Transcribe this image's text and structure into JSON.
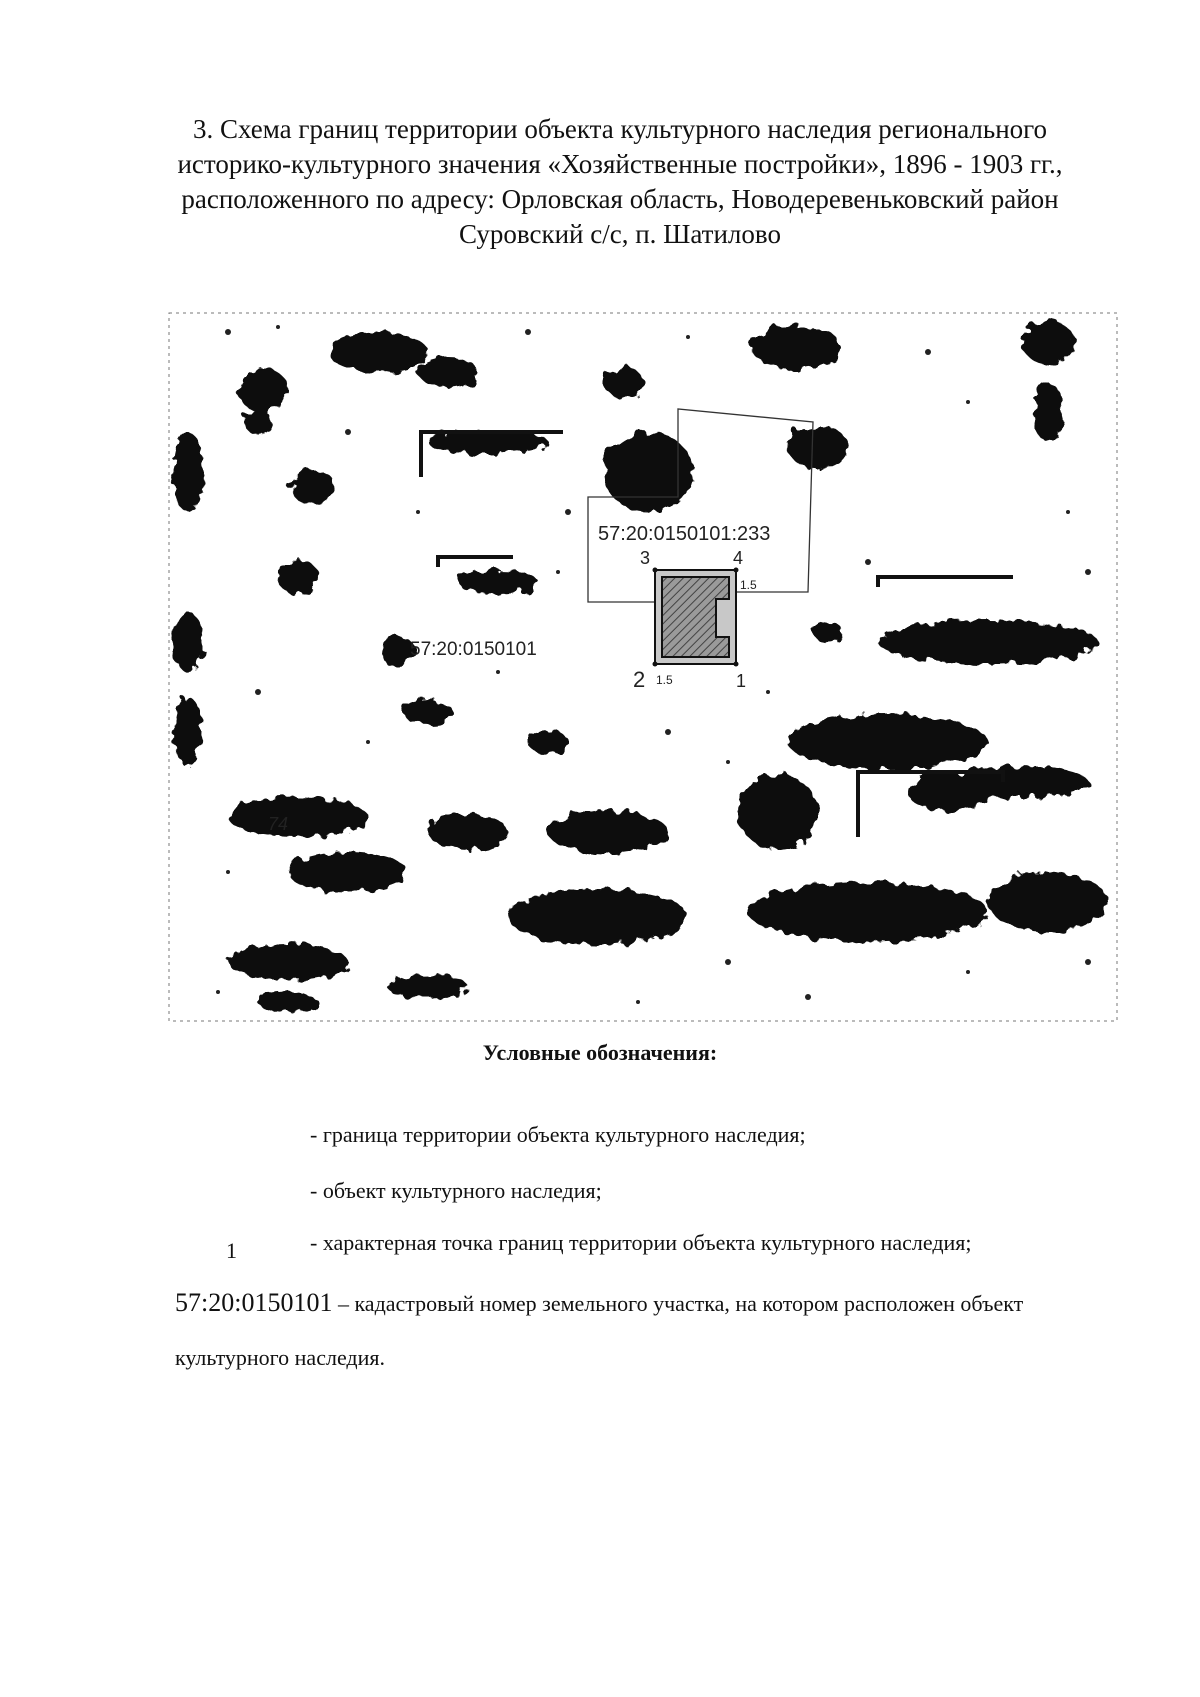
{
  "document": {
    "title_lines": [
      "3. Схема границ территории объекта культурного наследия регионального",
      "историко-культурного значения «Хозяйственные постройки», 1896 - 1903 гг.,",
      "расположенного по адресу: Орловская область, Новодеревеньковский район",
      "Суровский с/с, п. Шатилово"
    ]
  },
  "map": {
    "parcel_large_label": "57:20:0150101:233",
    "parcel_label": "57:20:0150101",
    "point_labels": [
      "1",
      "2",
      "3",
      "4"
    ],
    "dimension_labels": [
      "1.5",
      "1.5"
    ],
    "road_label": "74"
  },
  "legend": {
    "title": "Условные обозначения:",
    "items": [
      "- граница территории объекта культурного наследия;",
      "- объект культурного наследия;",
      "- характерная точка границ территории объекта культурного наследия;"
    ],
    "point_symbol": "1"
  },
  "cadastral_note": {
    "number": "57:20:0150101",
    "text_line1": " – кадастровый номер земельного участка, на котором расположен объект",
    "text_line2": "культурного наследия."
  }
}
